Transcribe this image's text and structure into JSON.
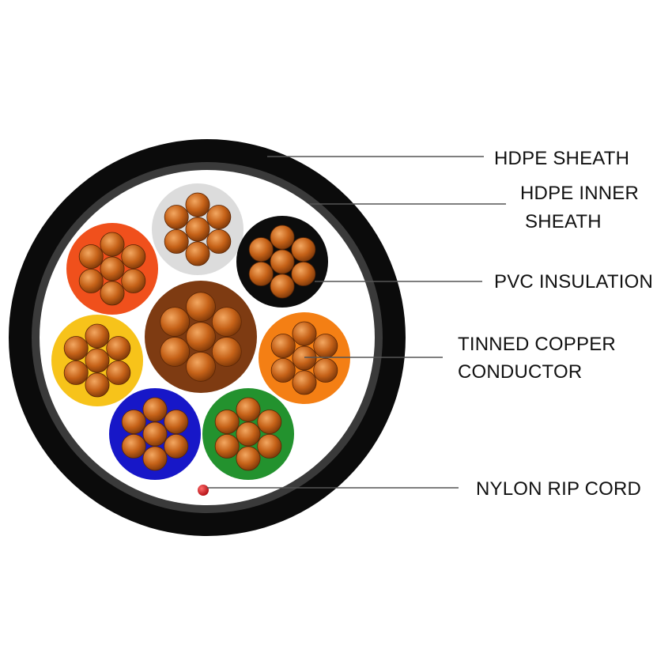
{
  "labels": {
    "hdpe_sheath": "HDPE SHEATH",
    "hdpe_inner_sheath_line1": "HDPE INNER",
    "hdpe_inner_sheath_line2": "SHEATH",
    "pvc_insulation": "PVC INSULATION",
    "tinned_copper_line1": "TINNED COPPER",
    "tinned_copper_line2": "CONDUCTOR",
    "nylon_rip_cord": "NYLON RIP CORD"
  },
  "colors": {
    "outer_sheath": "#0b0b0b",
    "inner_sheath": "#3a3a3a",
    "filler": "#ffffff",
    "strand_dark": "#7a3608",
    "strand_mid": "#c4621a",
    "strand_light": "#f0a25a",
    "rip_cord": "#d4141a",
    "leader_line": "#555555"
  },
  "cores": [
    {
      "name": "white-core",
      "color": "#dcdcdc"
    },
    {
      "name": "black-core",
      "color": "#0c0c0c"
    },
    {
      "name": "orange-core",
      "color": "#f47f14"
    },
    {
      "name": "green-core",
      "color": "#23922e"
    },
    {
      "name": "blue-core",
      "color": "#1717c8"
    },
    {
      "name": "yellow-core",
      "color": "#f7c31a"
    },
    {
      "name": "red-core",
      "color": "#f0501c"
    },
    {
      "name": "brown-core",
      "color": "#7e3b12"
    }
  ]
}
